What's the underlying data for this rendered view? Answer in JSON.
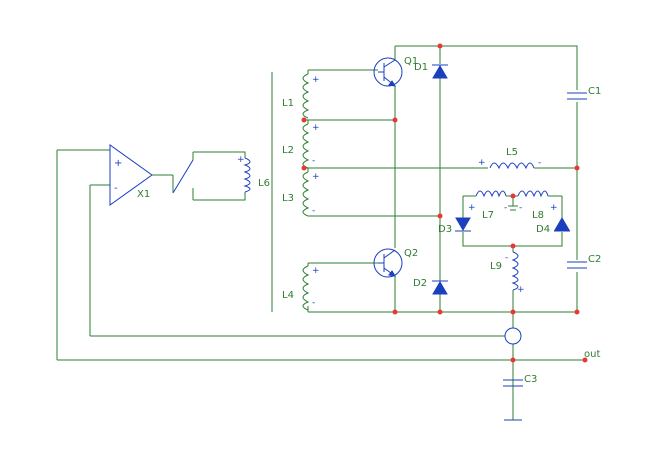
{
  "colors": {
    "wire": "#2e7d32",
    "component": "#1a3fbf",
    "junction": "#e53935",
    "background": "#ffffff"
  },
  "labels": {
    "q1": "Q1",
    "q2": "Q2",
    "d1": "D1",
    "d2": "D2",
    "d3": "D3",
    "d4": "D4",
    "c1": "C1",
    "c2": "C2",
    "c3": "C3",
    "l1": "L1",
    "l2": "L2",
    "l3": "L3",
    "l4": "L4",
    "l5": "L5",
    "l6": "L6",
    "l7": "L7",
    "l8": "L8",
    "l9": "L9",
    "x1": "X1",
    "out": "out"
  },
  "polarity": {
    "plus": "+",
    "minus": "-"
  }
}
